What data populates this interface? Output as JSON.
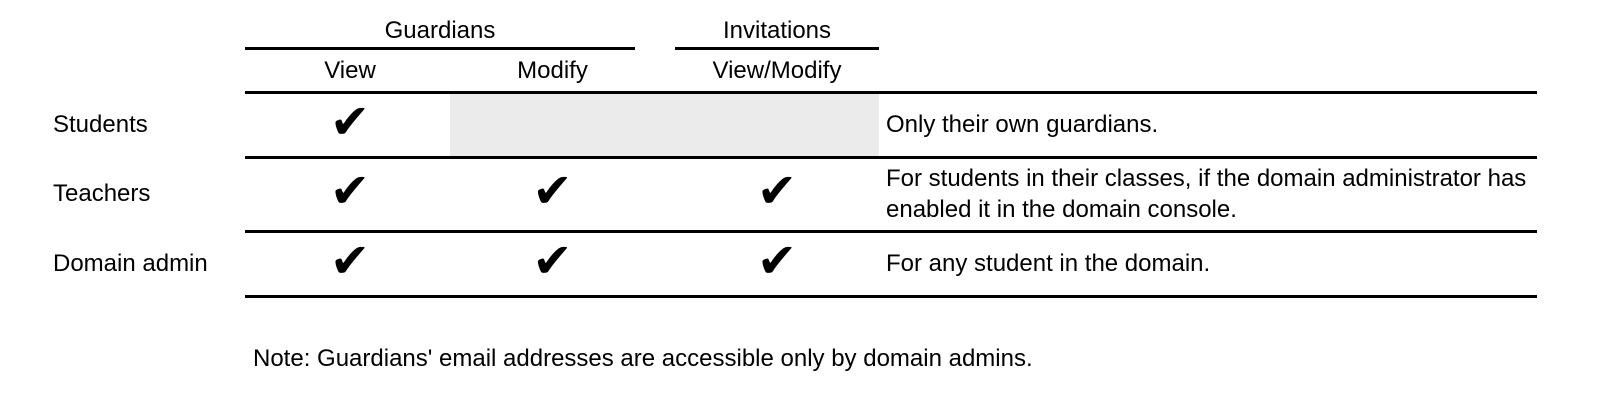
{
  "header": {
    "groups": [
      {
        "label": "Guardians"
      },
      {
        "label": "Invitations"
      }
    ],
    "columns": [
      {
        "label": "View"
      },
      {
        "label": "Modify"
      },
      {
        "label": "View/Modify"
      }
    ]
  },
  "rows": [
    {
      "label": "Students",
      "checks": {
        "view": "✔",
        "modify": "",
        "invitations": ""
      },
      "shaded": true,
      "note": "Only their own guardians."
    },
    {
      "label": "Teachers",
      "checks": {
        "view": "✔",
        "modify": "✔",
        "invitations": "✔"
      },
      "shaded": false,
      "note": "For students in their classes, if the domain administrator has enabled it in the domain console."
    },
    {
      "label": "Domain admin",
      "checks": {
        "view": "✔",
        "modify": "✔",
        "invitations": "✔"
      },
      "shaded": false,
      "note": "For any student in the domain."
    }
  ],
  "footnote": "Note: Guardians' email addresses are accessible only by domain admins.",
  "colors": {
    "text": "#000000",
    "rule": "#000000",
    "shaded_cell": "#ebebeb",
    "background": "#ffffff"
  }
}
